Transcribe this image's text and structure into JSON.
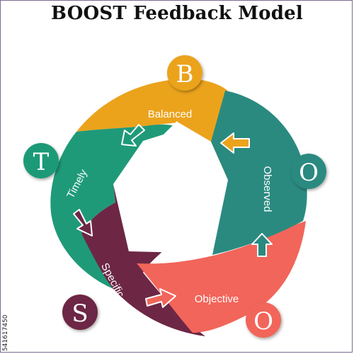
{
  "title": "BOOST Feedback Model",
  "segments": [
    {
      "label": "Balanced",
      "letter": "B",
      "color": "#eba31c"
    },
    {
      "label": "Observed",
      "letter": "O",
      "color": "#2a8a80"
    },
    {
      "label": "Objective",
      "letter": "O",
      "color": "#f2655a"
    },
    {
      "label": "Specific",
      "letter": "S",
      "color": "#6d2745"
    },
    {
      "label": "Timely",
      "letter": "T",
      "color": "#1f9a78"
    }
  ],
  "stock_id": "541617450"
}
